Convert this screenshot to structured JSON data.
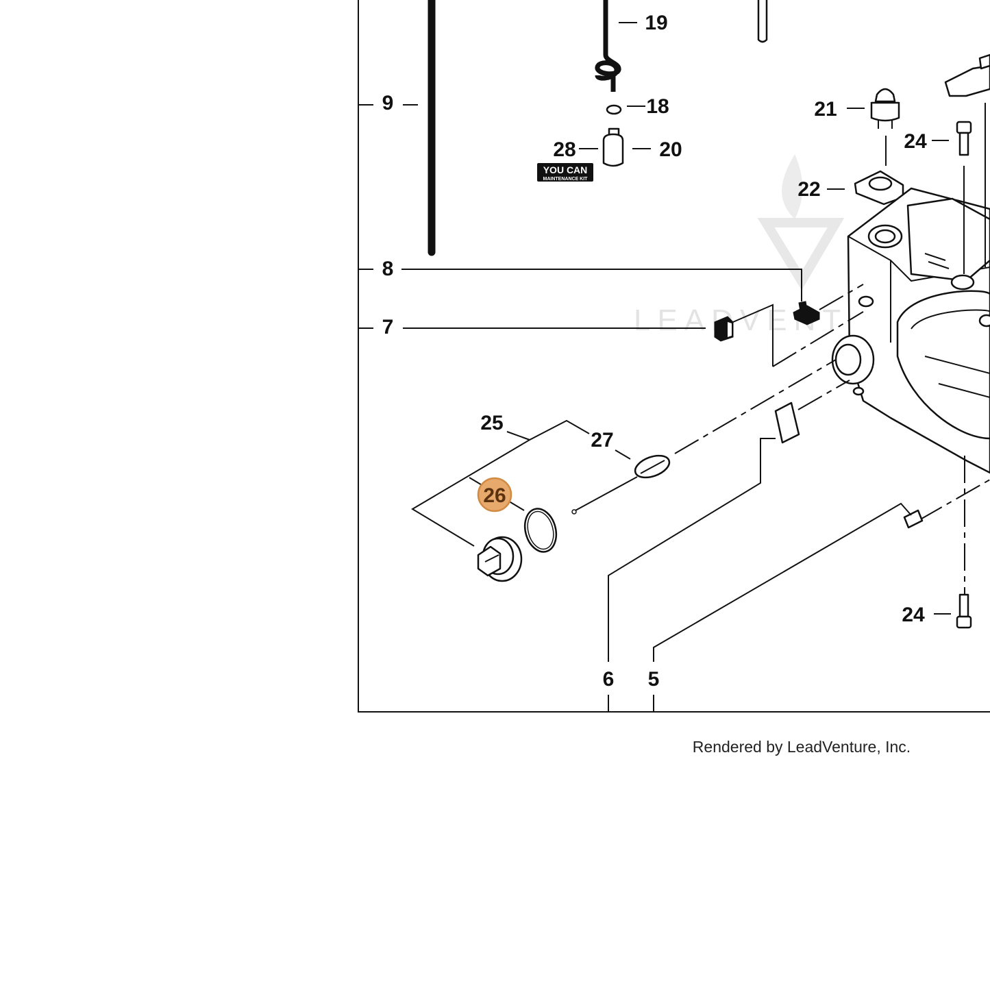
{
  "diagram": {
    "callouts": [
      {
        "id": "9",
        "label": "9"
      },
      {
        "id": "19",
        "label": "19"
      },
      {
        "id": "18",
        "label": "18"
      },
      {
        "id": "28",
        "label": "28"
      },
      {
        "id": "20",
        "label": "20"
      },
      {
        "id": "21",
        "label": "21"
      },
      {
        "id": "24a",
        "label": "24"
      },
      {
        "id": "22",
        "label": "22"
      },
      {
        "id": "8",
        "label": "8"
      },
      {
        "id": "7",
        "label": "7"
      },
      {
        "id": "25",
        "label": "25"
      },
      {
        "id": "27",
        "label": "27"
      },
      {
        "id": "26",
        "label": "26",
        "highlighted": true
      },
      {
        "id": "24b",
        "label": "24"
      },
      {
        "id": "6",
        "label": "6"
      },
      {
        "id": "5",
        "label": "5"
      }
    ],
    "kit_badge": {
      "line1": "YOU CAN",
      "line2": "MAINTENANCE KIT"
    },
    "watermark": "LEADVENTURE",
    "highlight_color": "#e8a96c",
    "footer": "Rendered by LeadVenture, Inc."
  }
}
